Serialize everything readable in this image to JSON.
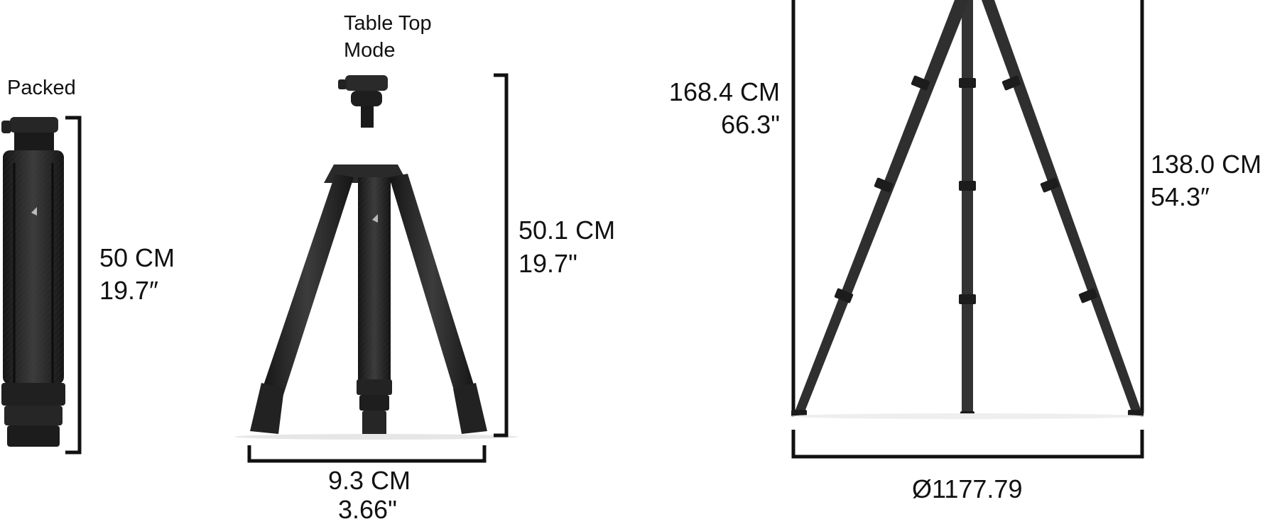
{
  "views": {
    "packed": {
      "caption": "Packed",
      "height_cm": "50 CM",
      "height_in": "19.7″"
    },
    "table_top": {
      "caption_line1": "Table Top",
      "caption_line2": "Mode",
      "height_cm": "50.1 CM",
      "height_in": "19.7\"",
      "width_cm": "9.3 CM",
      "width_in": "3.66\""
    },
    "extended": {
      "max_height_cm": "168.4 CM",
      "max_height_in": "66.3\"",
      "legs_height_cm": "138.0 CM",
      "legs_height_in": "54.3″",
      "footprint": "Ø1177.79"
    }
  },
  "colors": {
    "ink": "#111111",
    "tripod_dark": "#1e1e1e",
    "tripod_mid": "#3a3a3a",
    "tripod_light": "#555555"
  }
}
